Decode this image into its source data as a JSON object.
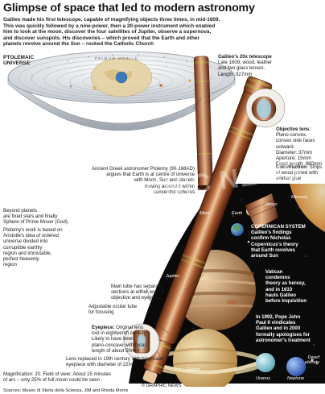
{
  "title": "Glimpse of space that led to modern astronomy",
  "intro": [
    "Galileo made his first telescope, capable of magnifying objects three times, in mid-1609.",
    "This was quickly followed by a nine-power, then a 20-power instrument which enabled",
    "him to look at the moon, discover the four satellites of Jupiter, observe a supernova,",
    "and discover sunspots. His discoveries – which proved that the Earth and other",
    "planets revolve around the Sun – rocked the Catholic Church"
  ],
  "ptolemaic": {
    "heading": [
      "PTOLEMAIC",
      "UNIVERSE"
    ],
    "ring_text": "PRIMUM MOBILE",
    "ancient_lines": [
      "Ancient Greek astronomer Ptolemy (90-168AD)",
      "argues that Earth is at centre of universe",
      "with Moon, Sun and planets",
      "moving around it within",
      "concentric spheres"
    ],
    "beyond": [
      "Beyond planets",
      "are fixed stars and finally",
      "Sphere of Prime Mover (God)."
    ],
    "work": [
      "Ptolemy's work is based on",
      "Aristotle's idea of ordered",
      "universe divided into",
      "corruptible earthly",
      "region and immutable,",
      "perfect heavenly",
      "region"
    ]
  },
  "telescope": {
    "heading": "Galileo's 20x telescope",
    "desc": [
      "Late 1609, wood, leather",
      "and two glass lenses.",
      "Length: 927mm"
    ],
    "objective_heading": "Objective lens:",
    "objective": [
      "Plano-convex,",
      "convex side faces",
      "outward.",
      "Diameter: 37mm",
      "Aperture: 15mm",
      "Focal length: 980mm"
    ],
    "construction_heading": "Construction:",
    "construction": [
      "Strips",
      "of wood joined with",
      "animal glue"
    ],
    "main_tube": [
      "Main tube has separate",
      "sections at either end for",
      "objective and eyepiece"
    ],
    "ocular": [
      "Adjustable ocular tube",
      "for focusing"
    ],
    "eyepiece_heading": "Eyepiece:",
    "eyepiece": [
      "Original lens",
      "lost in eighteenth century.",
      "Likely to have been",
      "plano-concave with focal",
      "length of about  50mm"
    ],
    "replaced": [
      "Lens replaced in 19th century with biconcave",
      "eyepiece with diameter of 22mm"
    ],
    "magnification_lines": [
      "Magnification: 20. Field of view: About 15 minutes",
      "of arc – only 25% of full moon could be seen"
    ]
  },
  "copernican": {
    "heading": "COPERNICAN SYSTEM",
    "text": [
      "Galileo's findings",
      "confirm Nicholas",
      "Copernicus's theory",
      "that Earth revolves",
      "around Sun"
    ],
    "vatican": [
      "Vatican",
      "condemns",
      "theory as heresy,",
      "and in 1633",
      "hauls Galileo",
      "before Inquisition"
    ],
    "apology": [
      "In 1992, Pope John",
      "Paul II vindicates",
      "Galileo and in 2000",
      "formally apologises for",
      "astronomer's treatment"
    ]
  },
  "planets": {
    "mercury": "Mercury",
    "venus": "Venus",
    "earth": "Earth",
    "mars": "Mars",
    "jupiter": "Jupiter",
    "saturn": "Saturn",
    "uranus": "Uranus",
    "neptune": "Neptune",
    "dwarf": [
      "Dwarf",
      "planets"
    ]
  },
  "watermark": "GRAPHIC NEWS",
  "copyright": "© GRAPHIC NEWS",
  "sources": "Sources: Museo di Storia della Scienza, JIM and Rhoda Morris",
  "colors": {
    "tube_dark": "#5a2410",
    "tube_mid": "#a85a2e",
    "tube_light": "#e8b48a",
    "band_gold": "#c8a040",
    "space": "#0a0a0a",
    "sun": "#f2c37a"
  }
}
